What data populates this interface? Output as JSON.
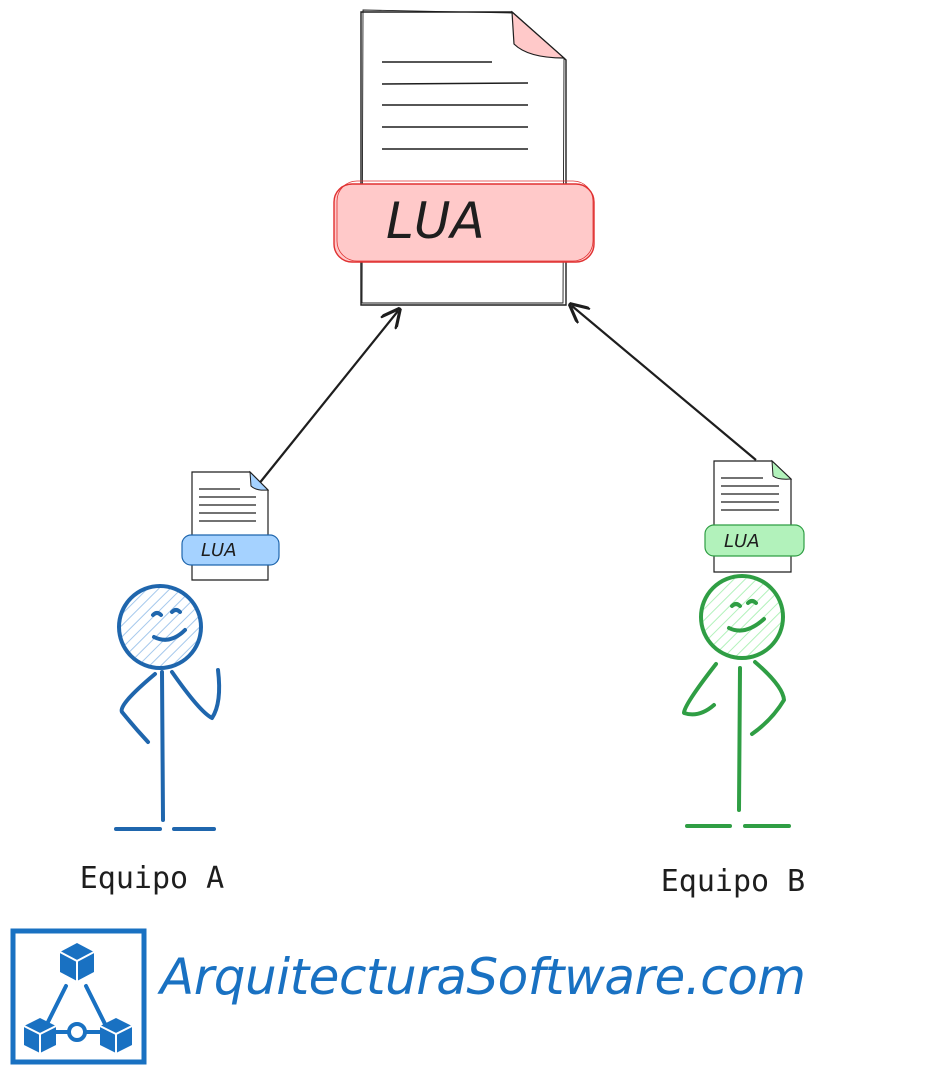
{
  "colors": {
    "ink": "#1e1e1e",
    "team_a": "#1f66ad",
    "team_a_fill": "#a5d2ff",
    "team_b": "#2f9e44",
    "team_b_fill": "#b2f2bb",
    "main_band": "#ffc9c9",
    "main_band_stroke": "#e03131",
    "brand": "#1971c2"
  },
  "main_document": {
    "label": "LUA"
  },
  "team_a": {
    "document_label": "LUA",
    "name": "Equipo A"
  },
  "team_b": {
    "document_label": "LUA",
    "name": "Equipo B"
  },
  "brand": {
    "text": "ArquitecturaSoftware.com",
    "icon": "network-nodes-icon"
  }
}
